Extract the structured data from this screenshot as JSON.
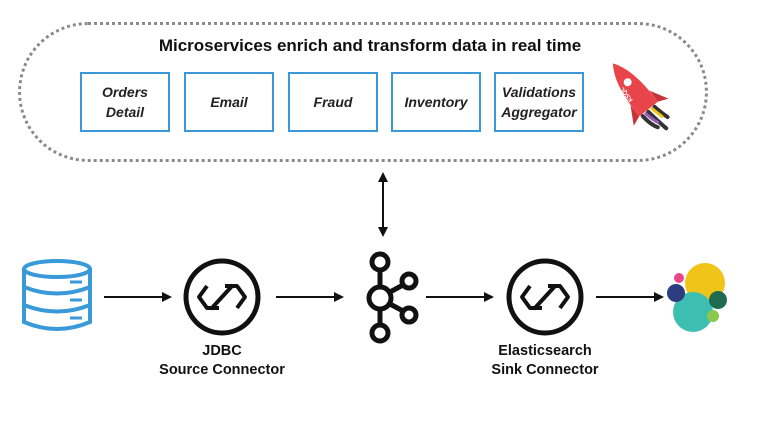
{
  "title": "Microservices enrich and transform data in real time",
  "services": [
    {
      "label": "Orders\nDetail"
    },
    {
      "label": "Email"
    },
    {
      "label": "Fraud"
    },
    {
      "label": "Inventory"
    },
    {
      "label": "Validations\nAggregator"
    }
  ],
  "rocket_text": "KSQL",
  "connectors": {
    "source": "JDBC\nSource Connector",
    "sink": "Elasticsearch\nSink Connector"
  },
  "colors": {
    "service_border": "#3a9ad9",
    "database": "#3a9ad9",
    "rocket": "#e8454b"
  }
}
